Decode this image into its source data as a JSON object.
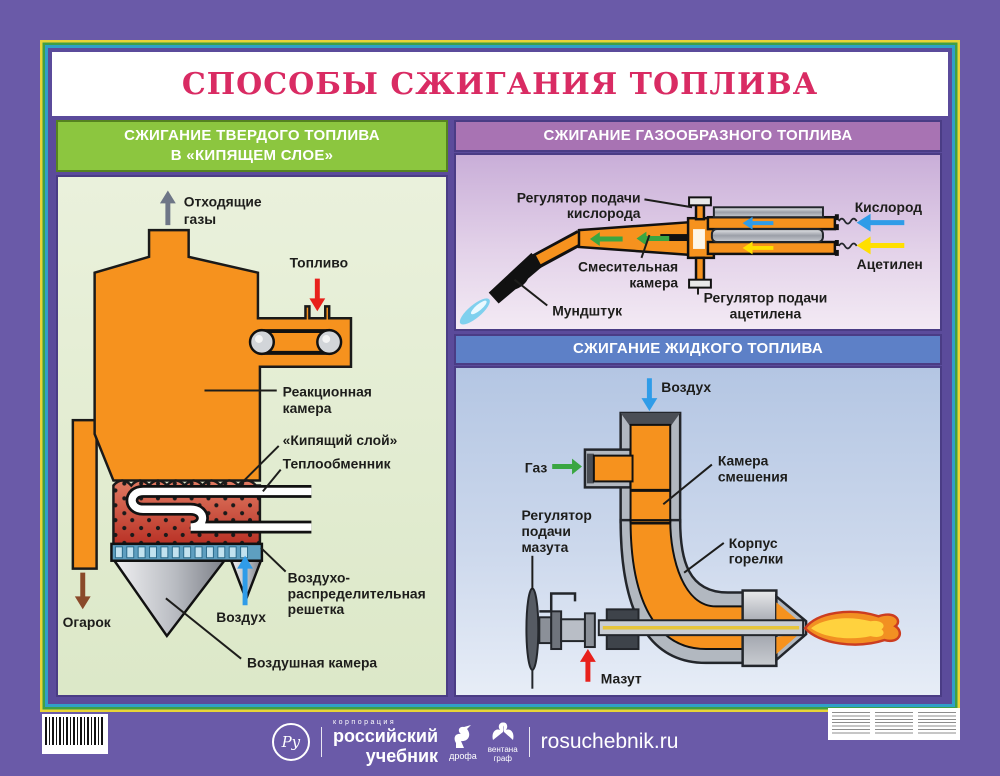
{
  "title": "СПОСОБЫ СЖИГАНИЯ ТОПЛИВА",
  "colors": {
    "background_purple": "#6a5aa8",
    "frame_yellow": "#e8d437",
    "frame_green": "#3f9f46",
    "frame_cyan": "#2fa0c8",
    "title_text": "#d92b63",
    "solid_header_bg": "#8cc63f",
    "gas_header_bg": "#a873b3",
    "liquid_header_bg": "#5d80c7",
    "orange": "#f6921e",
    "bed_red_light": "#e07a62",
    "bed_red_dark": "#b93226",
    "grid_blue": "#5e9fc0",
    "flame_blue": "#7fd0ee",
    "arrow_red": "#e8211c",
    "arrow_blue": "#2f9ce8",
    "arrow_green": "#3aa642",
    "arrow_yellow": "#ffdf00",
    "arrow_gray": "#6e7687",
    "arrow_brown": "#8a4a2a"
  },
  "panels": {
    "solid": {
      "header": [
        "СЖИГАНИЕ ТВЕРДОГО ТОПЛИВА",
        "В «КИПЯЩЕМ СЛОЕ»"
      ],
      "labels": {
        "exhaust1": "Отходящие",
        "exhaust2": "газы",
        "fuel": "Топливо",
        "reaction1": "Реакционная",
        "reaction2": "камера",
        "bed": "«Кипящий слой»",
        "heat_exchanger": "Теплообменник",
        "grid1": "Воздухо-",
        "grid2": "распределительная",
        "grid3": "решетка",
        "cinder": "Огарок",
        "air": "Воздух",
        "air_chamber": "Воздушная камера"
      }
    },
    "gas": {
      "header": "СЖИГАНИЕ ГАЗООБРАЗНОГО ТОПЛИВА",
      "labels": {
        "oxygen_regulator1": "Регулятор подачи",
        "oxygen_regulator2": "кислорода",
        "oxygen": "Кислород",
        "acetylene": "Ацетилен",
        "mixing1": "Смесительная",
        "mixing2": "камера",
        "mouthpiece": "Мундштук",
        "acetylene_regulator1": "Регулятор подачи",
        "acetylene_regulator2": "ацетилена"
      }
    },
    "liquid": {
      "header": "СЖИГАНИЕ ЖИДКОГО ТОПЛИВА",
      "labels": {
        "air": "Воздух",
        "gas": "Газ",
        "mixing1": "Камера",
        "mixing2": "смешения",
        "regulator1": "Регулятор",
        "regulator2": "подачи",
        "regulator3": "мазута",
        "body1": "Корпус",
        "body2": "горелки",
        "fuel_oil": "Мазут"
      }
    }
  },
  "footer": {
    "logo_monogram": "Ру",
    "corporation": "корпорация",
    "brand_line1": "российский",
    "brand_line2": "учебник",
    "drofa": "дрофа",
    "ventana_line1": "вентана",
    "ventana_line2": "граф",
    "site": "rosuchebnik.ru"
  }
}
